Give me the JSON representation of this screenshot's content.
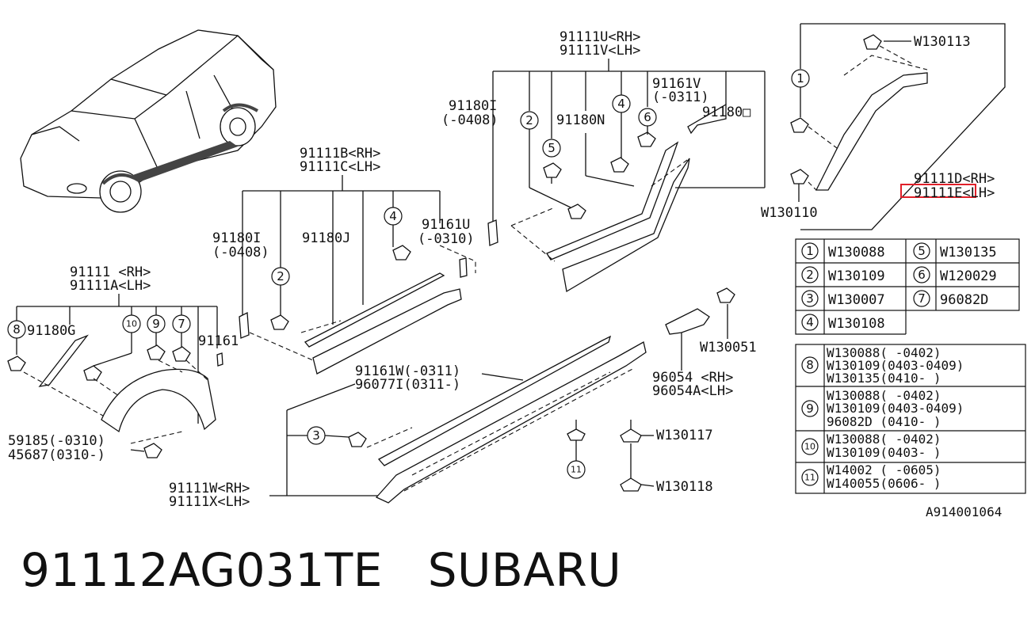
{
  "labels": {
    "rh_91111u": "91111U<RH>",
    "lh_91111v": "91111V<LH>",
    "p91180i_a": "91180I",
    "p91180i_a_range": "(-0408)",
    "p91180n": "91180N",
    "p91161v": "91161V",
    "p91161v_range": "(-0311)",
    "p91180o": "91180□",
    "rh_91111b": "91111B<RH>",
    "lh_91111c": "91111C<LH>",
    "p91180i_b": "91180I",
    "p91180i_b_range": "(-0408)",
    "p91180j": "91180J",
    "p91161u": "91161U",
    "p91161u_range": "(-0310)",
    "rh_91111": "91111 <RH>",
    "lh_91111a": "91111A<LH>",
    "p91180g": "91180G",
    "p91161": "91161",
    "p59185": "59185(-0310)",
    "p45687": "45687(0310-)",
    "p91161w": "91161W(-0311)",
    "p96077i": "96077I(0311-)",
    "rh_91111w": "91111W<RH>",
    "lh_91111x": "91111X<LH>",
    "pw130051": "W130051",
    "p96054_rh": "96054 <RH>",
    "p96054a_lh": "96054A<LH>",
    "pw130117": "W130117",
    "pw130118": "W130118",
    "pw130113": "W130113",
    "pw130110": "W130110",
    "rh_91111d": "91111D<RH>",
    "lh_91111e": "91111E<LH>",
    "drawing_no": "A914001064"
  },
  "callouts": [
    "1",
    "2",
    "3",
    "4",
    "5",
    "6",
    "7",
    "8",
    "9",
    "10",
    "11"
  ],
  "legend_table": [
    {
      "num": "1",
      "part": "W130088"
    },
    {
      "num": "5",
      "part": "W130135"
    },
    {
      "num": "2",
      "part": "W130109"
    },
    {
      "num": "6",
      "part": "W120029"
    },
    {
      "num": "3",
      "part": "W130007"
    },
    {
      "num": "7",
      "part": "96082D"
    },
    {
      "num": "4",
      "part": "W130108"
    }
  ],
  "range_table": [
    {
      "num": "8",
      "lines": [
        "W130088(  -0402)",
        "W130109(0403-0409)",
        "W130135(0410-  )"
      ]
    },
    {
      "num": "9",
      "lines": [
        "W130088(  -0402)",
        "W130109(0403-0409)",
        "96082D (0410-  )"
      ]
    },
    {
      "num": "10",
      "lines": [
        "W130088(  -0402)",
        "W130109(0403-  )"
      ]
    },
    {
      "num": "11",
      "lines": [
        "W14002 (  -0605)",
        "W140055(0606-  )"
      ]
    }
  ],
  "caption": {
    "part_number": "91112AG031TE",
    "brand": "SUBARU"
  },
  "colors": {
    "line": "#111111",
    "highlight": "#e0202a",
    "background": "#ffffff"
  }
}
